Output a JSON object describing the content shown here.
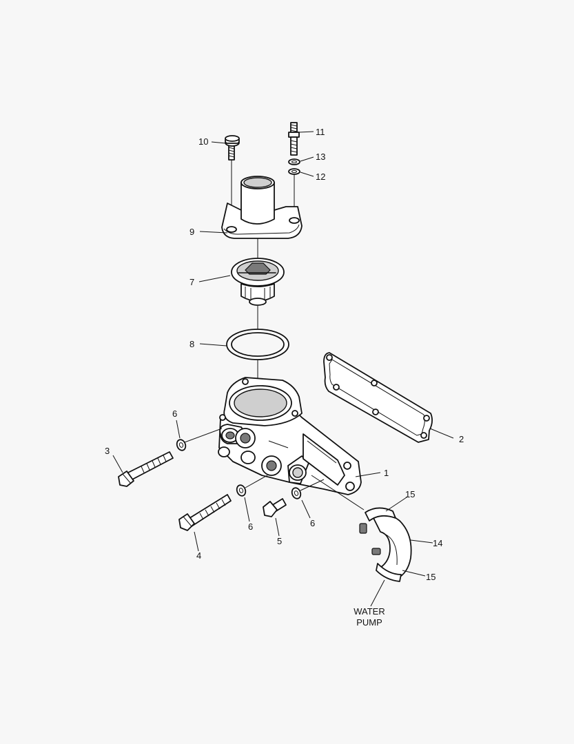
{
  "callouts": [
    {
      "id": "c10",
      "text": "10"
    },
    {
      "id": "c11",
      "text": "11"
    },
    {
      "id": "c13",
      "text": "13"
    },
    {
      "id": "c12",
      "text": "12"
    },
    {
      "id": "c9",
      "text": "9"
    },
    {
      "id": "c7",
      "text": "7"
    },
    {
      "id": "c8",
      "text": "8"
    },
    {
      "id": "c2",
      "text": "2"
    },
    {
      "id": "c6a",
      "text": "6"
    },
    {
      "id": "c3",
      "text": "3"
    },
    {
      "id": "c1",
      "text": "1"
    },
    {
      "id": "c15a",
      "text": "15"
    },
    {
      "id": "c6b",
      "text": "6"
    },
    {
      "id": "c6c",
      "text": "6"
    },
    {
      "id": "c5",
      "text": "5"
    },
    {
      "id": "c14",
      "text": "14"
    },
    {
      "id": "c4",
      "text": "4"
    },
    {
      "id": "c15b",
      "text": "15"
    }
  ],
  "water_pump_label": {
    "line1": "WATER",
    "line2": "PUMP"
  }
}
